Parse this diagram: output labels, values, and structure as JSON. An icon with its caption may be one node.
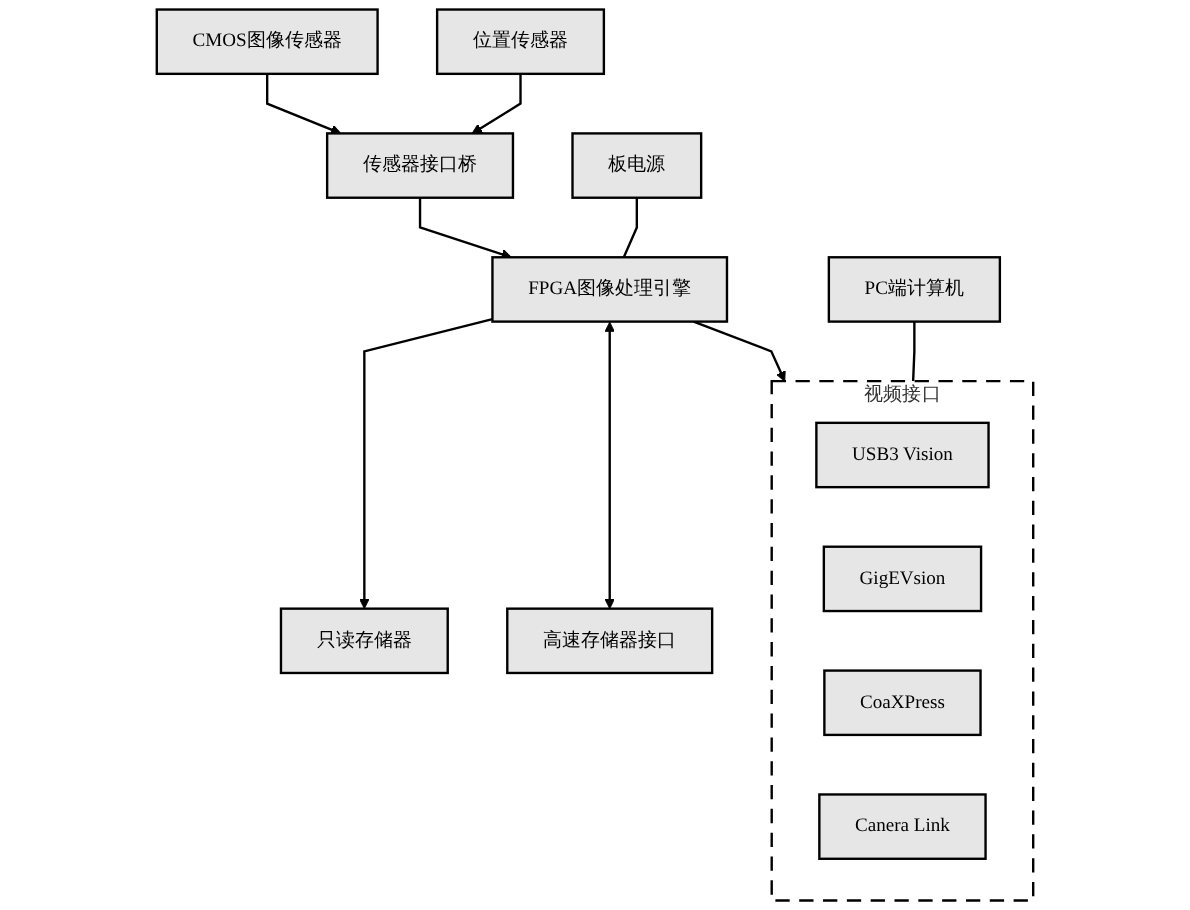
{
  "diagram": {
    "nodes": [
      {
        "text": [
          "CMOS图像传感器"
        ]
      },
      {
        "text": [
          "位置传感器"
        ]
      },
      {
        "text": [
          "传感器接口桥"
        ]
      },
      {
        "text": [
          "板电源"
        ]
      },
      {
        "text": [
          "FPGA图像处理引擎"
        ]
      },
      {
        "text": [
          "只读存储器"
        ]
      },
      {
        "text": [
          "高速存储器接口"
        ]
      },
      {
        "text": [
          "视频接口"
        ]
      },
      {
        "text": [
          "USB3 Vision"
        ],
        "in": 7
      },
      {
        "text": [
          "GigEVsion"
        ],
        "in": 7
      },
      {
        "text": [
          "CoaXPress"
        ],
        "in": 7
      },
      {
        "text": [
          "Canera Link"
        ],
        "in": 7
      },
      {
        "text": [
          "PC端计算机"
        ]
      }
    ],
    "edges": [
      {
        "from": 0,
        "to": 2,
        "arrow": "to"
      },
      {
        "from": 1,
        "to": 2,
        "arrow": "to"
      },
      {
        "from": 2,
        "to": 4,
        "arrow": "to"
      },
      {
        "from": 3,
        "to": 4,
        "arrow": "none"
      },
      {
        "from": 4,
        "to": 5,
        "arrow": "to"
      },
      {
        "from": 4,
        "to": 6,
        "arrow": "both"
      },
      {
        "from": 4,
        "to": 7,
        "arrow": "to"
      },
      {
        "from": 12,
        "to": 7,
        "arrow": "none"
      }
    ]
  }
}
